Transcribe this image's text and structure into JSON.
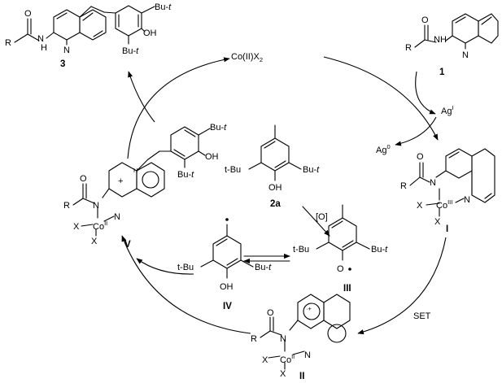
{
  "catalyst": "Co(II)X",
  "catalyst_subscript": "2",
  "steps": {
    "ag_in": "Ag",
    "ag_in_sup": "I",
    "ag_out": "Ag",
    "ag_out_sup": "0",
    "oxidation": "[O]",
    "set": "SET"
  },
  "compounds": {
    "c1": "1",
    "c2a": "2a",
    "c3": "3",
    "cI": "I",
    "cII": "II",
    "cIII": "III",
    "cIV": "IV",
    "cV": "V"
  },
  "atoms": {
    "R": "R",
    "N": "N",
    "H": "H",
    "O": "O",
    "OH": "OH",
    "X": "X",
    "Co": "Co",
    "tBu_right": "Bu-",
    "tBu_left": "t-Bu",
    "t": "t",
    "co_II": "II",
    "co_III": "III",
    "plus": "+",
    "radical_plus": "·+"
  },
  "colors": {
    "ink": "#000000",
    "background": "#ffffff"
  }
}
